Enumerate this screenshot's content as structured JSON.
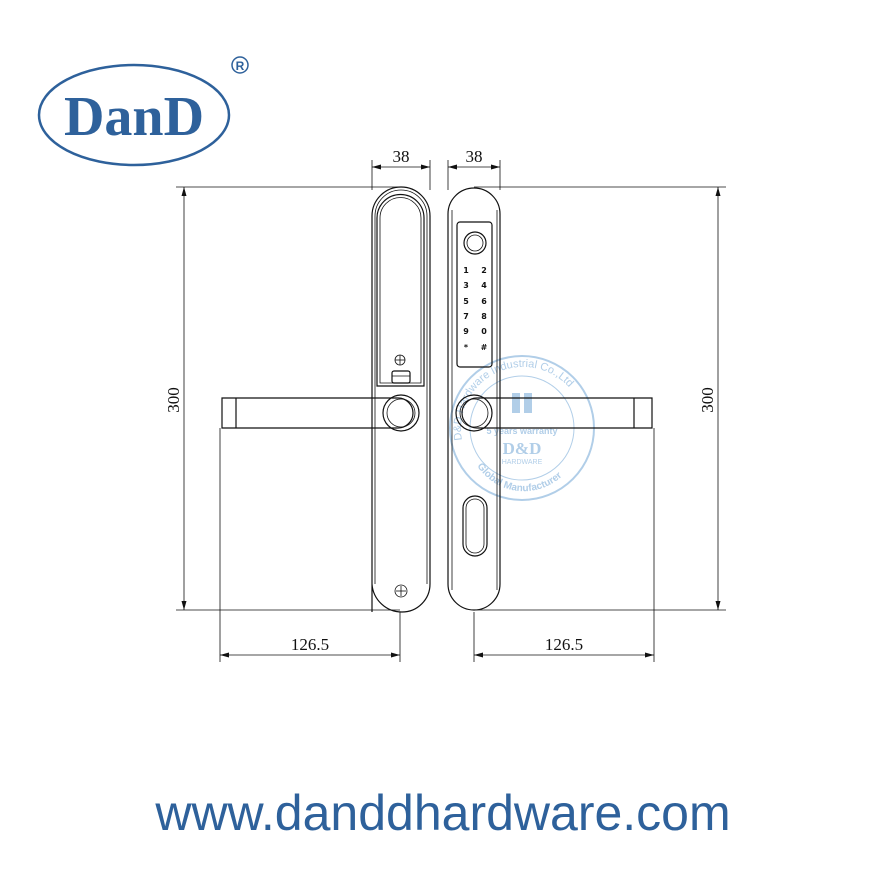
{
  "logo": {
    "text": "DanD",
    "registered_mark": "®",
    "color": "#2e619b"
  },
  "dimensions": {
    "left_width": "38",
    "right_width": "38",
    "left_height": "300",
    "right_height": "300",
    "left_lever_length": "126.5",
    "right_lever_length": "126.5"
  },
  "keypad": {
    "keys": [
      "1",
      "2",
      "3",
      "4",
      "5",
      "6",
      "7",
      "8",
      "9",
      "0",
      "*",
      "#"
    ]
  },
  "watermark": {
    "ring_text": "D&D Hardware Industrial Co.,Ltd",
    "warranty": "5 years warranty",
    "brand": "D&D",
    "sub": "HARDWARE",
    "bottom_text": "Global Manufacturer",
    "color": "#a9c9e6"
  },
  "footer": {
    "url": "www.danddhardware.com"
  }
}
